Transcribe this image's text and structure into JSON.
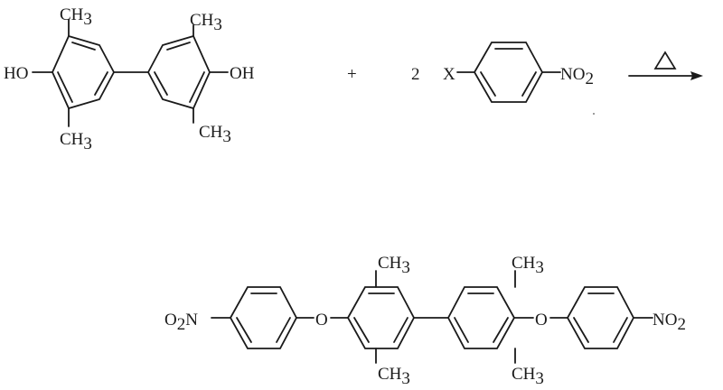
{
  "reaction": {
    "reactant1": {
      "groups": {
        "ch3_top_left": {
          "main": "CH",
          "sub": "3"
        },
        "ch3_top_right": {
          "main": "CH",
          "sub": "3"
        },
        "ch3_bottom_left": {
          "main": "CH",
          "sub": "3"
        },
        "ch3_bottom_right": {
          "main": "CH",
          "sub": "3"
        },
        "oh_left": "HO",
        "oh_right": "OH"
      }
    },
    "plus": "+",
    "reactant2": {
      "coefficient": "2",
      "x": "X",
      "nitro": {
        "main": "NO",
        "sub": "2"
      }
    },
    "condition": {
      "symbol": "Δ",
      "icon": "heat-triangle-icon"
    },
    "product": {
      "nitro_left": {
        "main": "O",
        "sub": "2",
        "tail": "N"
      },
      "oxygen_left": "O",
      "oxygen_right": "O",
      "nitro_right": {
        "main": "NO",
        "sub": "2"
      },
      "ch3_top_left": {
        "main": "CH",
        "sub": "3"
      },
      "ch3_top_right": {
        "main": "CH",
        "sub": "3"
      },
      "ch3_bottom_left": {
        "main": "CH",
        "sub": "3"
      },
      "ch3_bottom_right": {
        "main": "CH",
        "sub": "3"
      }
    }
  }
}
